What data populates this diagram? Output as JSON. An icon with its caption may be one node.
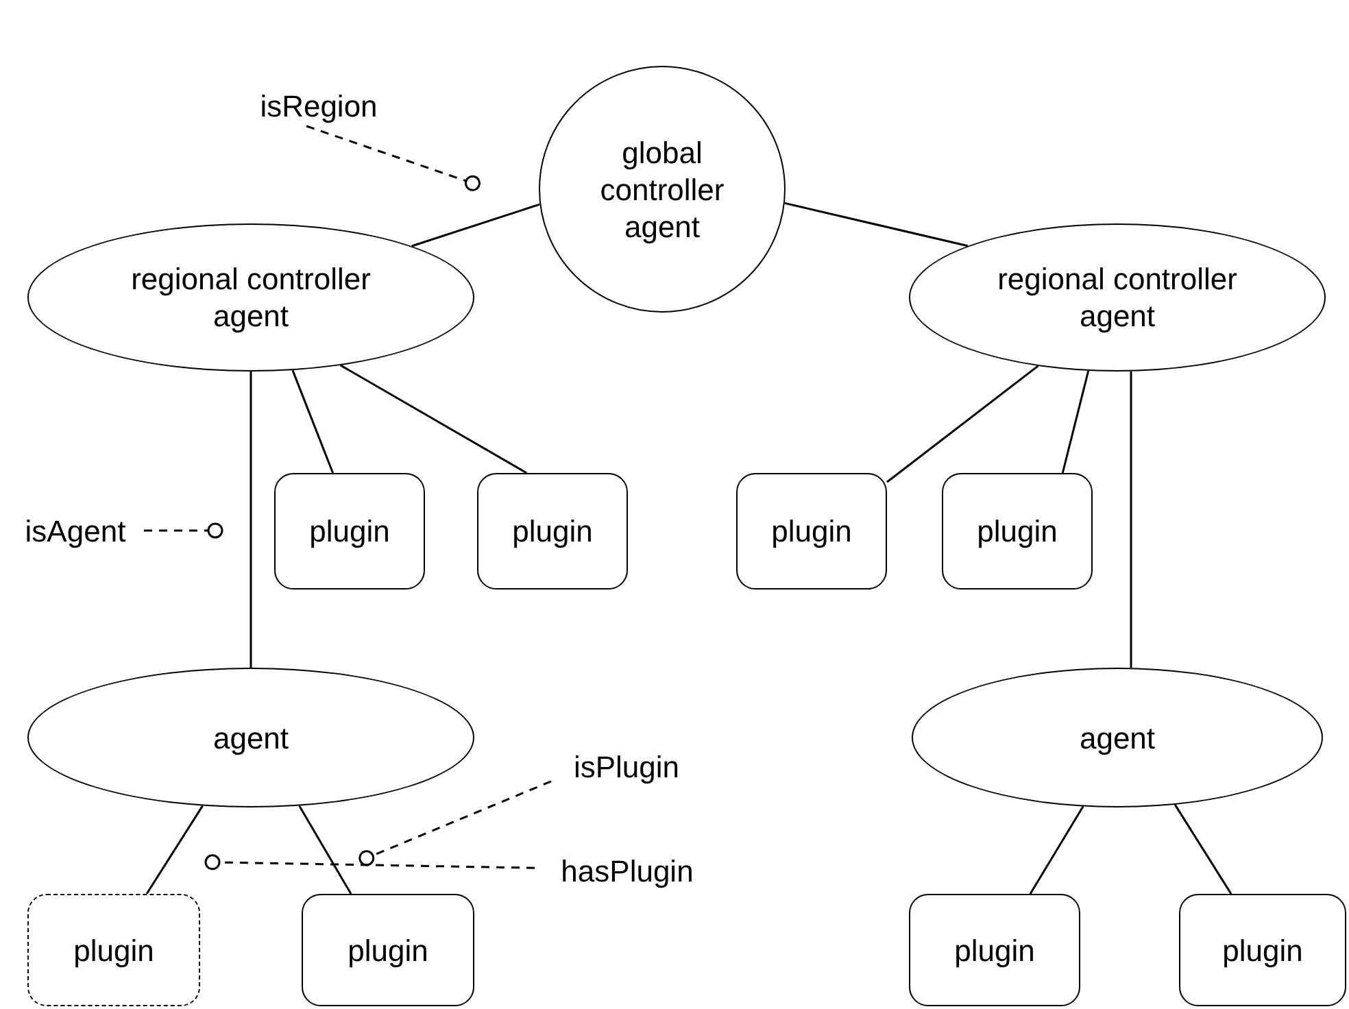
{
  "diagram": {
    "nodes": [
      {
        "text": [
          "global controller agent"
        ]
      },
      {
        "text": [
          "regional controller agent"
        ]
      },
      {
        "text": [
          "regional controller agent"
        ]
      },
      {
        "text": [
          "plugin"
        ]
      },
      {
        "text": [
          "plugin"
        ]
      },
      {
        "text": [
          "plugin"
        ]
      },
      {
        "text": [
          "plugin"
        ]
      },
      {
        "text": [
          "agent"
        ]
      },
      {
        "text": [
          "agent"
        ]
      },
      {
        "text": [
          "plugin"
        ]
      },
      {
        "text": [
          "plugin"
        ]
      },
      {
        "text": [
          "plugin"
        ]
      },
      {
        "text": [
          "plugin"
        ]
      },
      {
        "text": [
          "isRegion"
        ]
      },
      {
        "text": [
          "isAgent"
        ]
      },
      {
        "text": [
          "isPlugin"
        ]
      },
      {
        "text": [
          "hasPlugin"
        ]
      }
    ],
    "edges": [
      {
        "from": 0,
        "to": 1,
        "arrow": "none"
      },
      {
        "from": 0,
        "to": 2,
        "arrow": "none"
      },
      {
        "from": 1,
        "to": 3,
        "arrow": "none"
      },
      {
        "from": 1,
        "to": 4,
        "arrow": "none"
      },
      {
        "from": 1,
        "to": 7,
        "arrow": "none"
      },
      {
        "from": 2,
        "to": 5,
        "arrow": "none"
      },
      {
        "from": 2,
        "to": 6,
        "arrow": "none"
      },
      {
        "from": 2,
        "to": 8,
        "arrow": "none"
      },
      {
        "from": 7,
        "to": 9,
        "arrow": "none"
      },
      {
        "from": 7,
        "to": 10,
        "arrow": "none"
      },
      {
        "from": 8,
        "to": 11,
        "arrow": "none"
      },
      {
        "from": 8,
        "to": 12,
        "arrow": "none"
      },
      {
        "from": 13,
        "to": null,
        "arrow": "other",
        "style": "dashed"
      },
      {
        "from": 14,
        "to": null,
        "arrow": "other",
        "style": "dashed"
      },
      {
        "from": 15,
        "to": null,
        "arrow": "other",
        "style": "dashed"
      },
      {
        "from": 16,
        "to": null,
        "arrow": "other",
        "style": "dashed"
      }
    ]
  }
}
